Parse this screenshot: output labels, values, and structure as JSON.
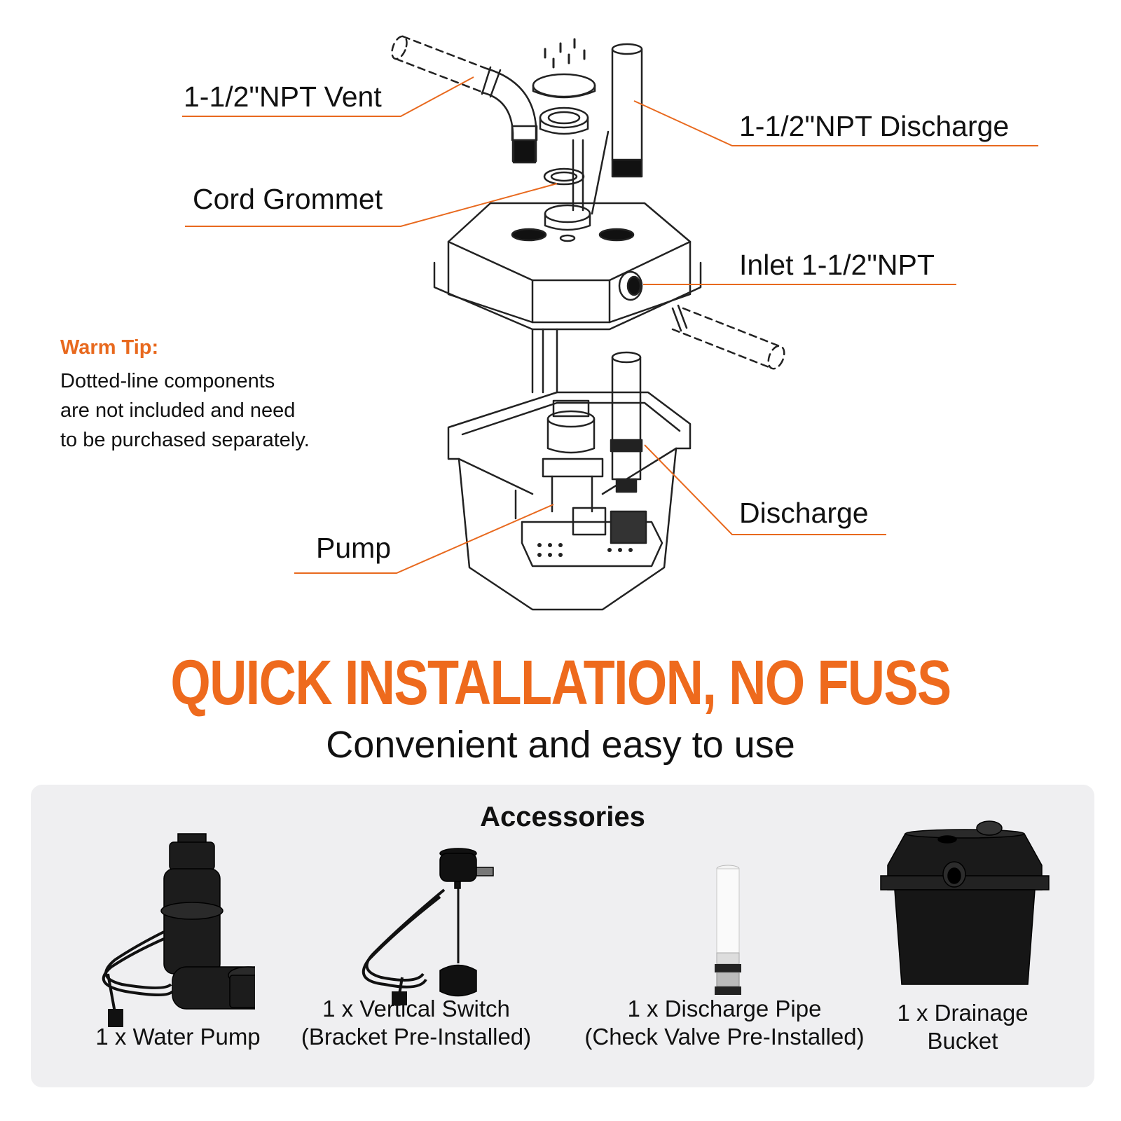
{
  "diagram": {
    "callouts": {
      "vent": "1-1/2\"NPT Vent",
      "discharge_top": "1-1/2\"NPT Discharge",
      "cord_grommet": "Cord Grommet",
      "inlet": "Inlet 1-1/2\"NPT",
      "discharge": "Discharge",
      "pump": "Pump"
    },
    "tip": {
      "title": "Warm Tip:",
      "line1": "Dotted-line components",
      "line2": "are not included and need",
      "line3": "to be purchased separately."
    },
    "colors": {
      "accent": "#e8691e",
      "line": "#222222"
    }
  },
  "headline": "QUICK INSTALLATION, NO FUSS",
  "subheadline": "Convenient and easy to use",
  "accessories": {
    "title": "Accessories",
    "items": [
      {
        "line1": "1 x Water Pump",
        "line2": "",
        "icon": "water-pump-icon"
      },
      {
        "line1": "1 x Vertical Switch",
        "line2": "(Bracket Pre-Installed)",
        "icon": "vertical-switch-icon"
      },
      {
        "line1": "1 x Discharge Pipe",
        "line2": "(Check Valve Pre-Installed)",
        "icon": "discharge-pipe-icon"
      },
      {
        "line1": "1 x Drainage",
        "line2": "Bucket",
        "icon": "drainage-bucket-icon"
      }
    ]
  }
}
